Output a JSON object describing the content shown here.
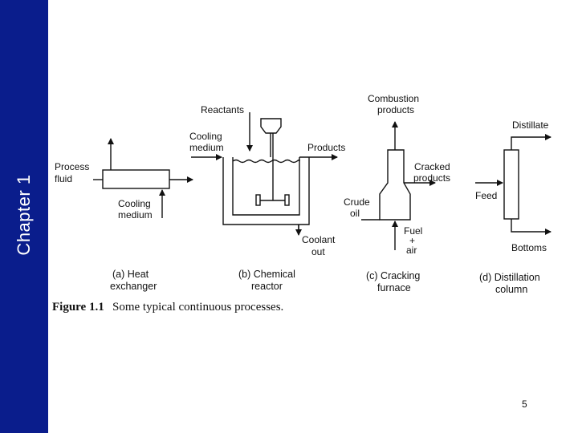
{
  "sidebar": {
    "label": "Chapter 1",
    "color": "#0a1d8c"
  },
  "diagram": {
    "a": {
      "process_fluid": [
        "Process",
        "fluid"
      ],
      "cooling_medium": [
        "Cooling",
        "medium"
      ],
      "caption": [
        "(a) Heat",
        "exchanger"
      ]
    },
    "b": {
      "reactants": "Reactants",
      "cooling_medium": [
        "Cooling",
        "medium"
      ],
      "products": "Products",
      "coolant_out": [
        "Coolant",
        "out"
      ],
      "caption": [
        "(b) Chemical",
        "reactor"
      ]
    },
    "c": {
      "combustion_products": [
        "Combustion",
        "products"
      ],
      "cracked_products": [
        "Cracked",
        "products"
      ],
      "crude_oil": [
        "Crude",
        "oil"
      ],
      "fuel_air": [
        "Fuel",
        "+",
        "air"
      ],
      "caption": [
        "(c) Cracking",
        "furnace"
      ]
    },
    "d": {
      "distillate": "Distillate",
      "feed": "Feed",
      "bottoms": "Bottoms",
      "caption": [
        "(d) Distillation",
        "column"
      ]
    },
    "figure_caption": {
      "label": "Figure 1.1",
      "text": "Some typical continuous processes."
    }
  },
  "page_number": "5"
}
